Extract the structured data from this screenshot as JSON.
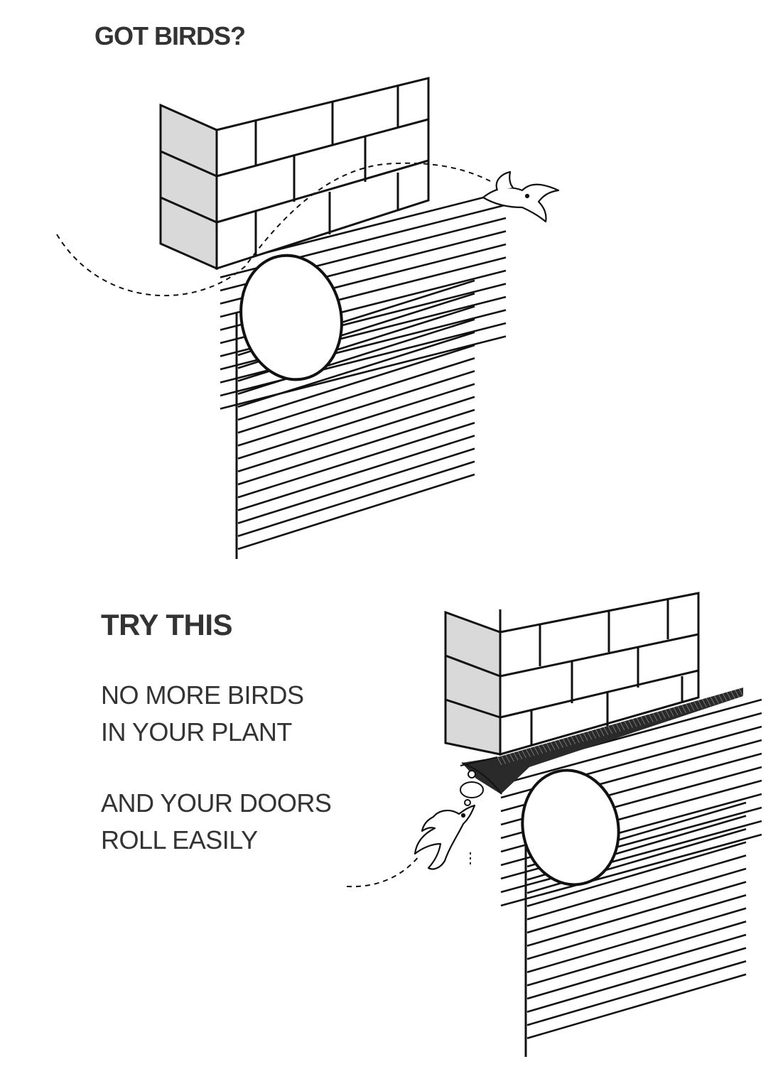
{
  "panel_problem": {
    "title": "GOT BIRDS?"
  },
  "panel_solution": {
    "title": "TRY THIS",
    "lines": [
      "NO MORE BIRDS",
      "IN YOUR PLANT",
      "AND YOUR DOORS",
      "ROLL EASILY"
    ]
  },
  "colors": {
    "ink": "#111111",
    "text": "#333333",
    "block_shade": "#d9d9d9",
    "bristle_seal": "#2a2a2a"
  },
  "icons": [
    "bird-icon",
    "brick-wall",
    "door-roll",
    "roll-up-door-slats",
    "brush-seal",
    "flight-path"
  ]
}
